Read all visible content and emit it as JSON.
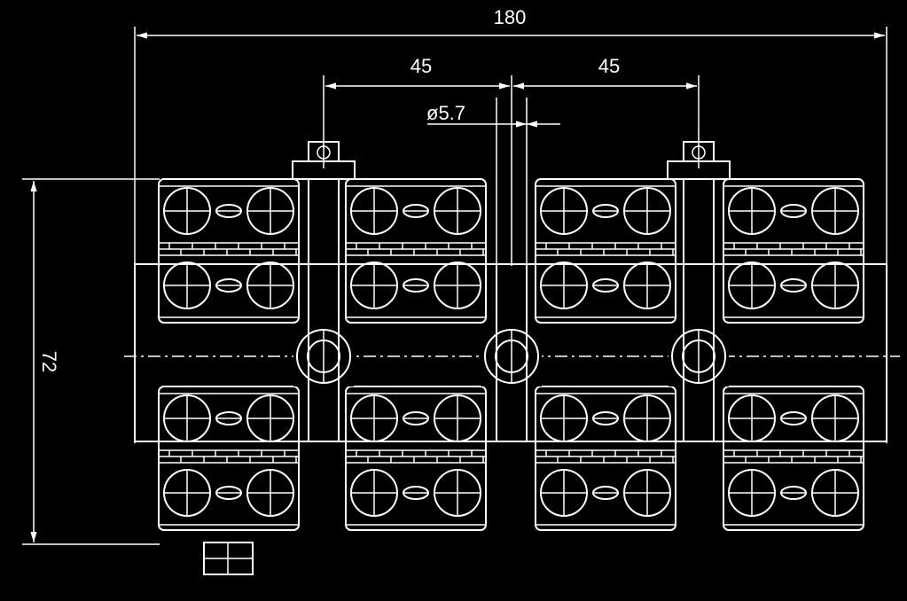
{
  "dimensions": {
    "overall_width": "180",
    "pitch_left": "45",
    "pitch_right": "45",
    "hole_diameter": "ø5.7",
    "height": "72"
  },
  "colors": {
    "background": "#000000",
    "line": "#ffffff"
  },
  "terminal_blocks": {
    "upper_count": 4,
    "lower_count": 4,
    "screws_per_block": 4
  },
  "mounting_holes": {
    "count": 3
  }
}
